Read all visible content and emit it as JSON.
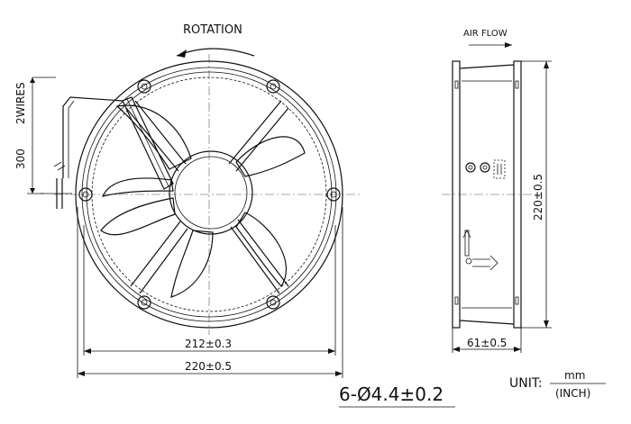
{
  "labels": {
    "rotation": "ROTATION",
    "air_flow": "AIR FLOW",
    "wires": "2WIRES",
    "lead_length": "300",
    "inner_width": "212±0.3",
    "outer_width": "220±0.5",
    "height": "220±0.5",
    "depth": "61±0.5",
    "holes": "6-Ø4.4±0.2",
    "unit_prefix": "UNIT:",
    "unit_mm": "mm",
    "unit_inch": "(INCH)"
  }
}
